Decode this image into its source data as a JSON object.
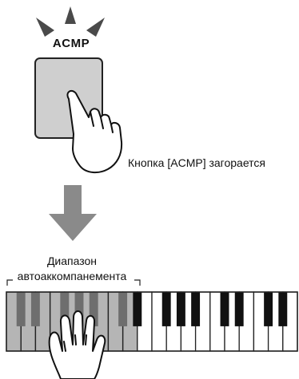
{
  "button": {
    "label": "ACMP",
    "icon": "acmp-button",
    "light_color": "#555555",
    "face_color": "#cfcfcf"
  },
  "callout_text": "Кнопка [ACMP] загорается",
  "arrow": {
    "icon": "down-arrow-icon",
    "color": "#8a8a8a"
  },
  "range": {
    "line1": "Диапазон",
    "line2": "автоаккомпанемента",
    "shade_color": "#b5b5b5"
  },
  "keyboard": {
    "icon": "piano-keyboard",
    "white_key_count": 20
  },
  "hands": {
    "press_icon": "pointing-hand-icon",
    "play_icon": "open-hand-icon"
  }
}
